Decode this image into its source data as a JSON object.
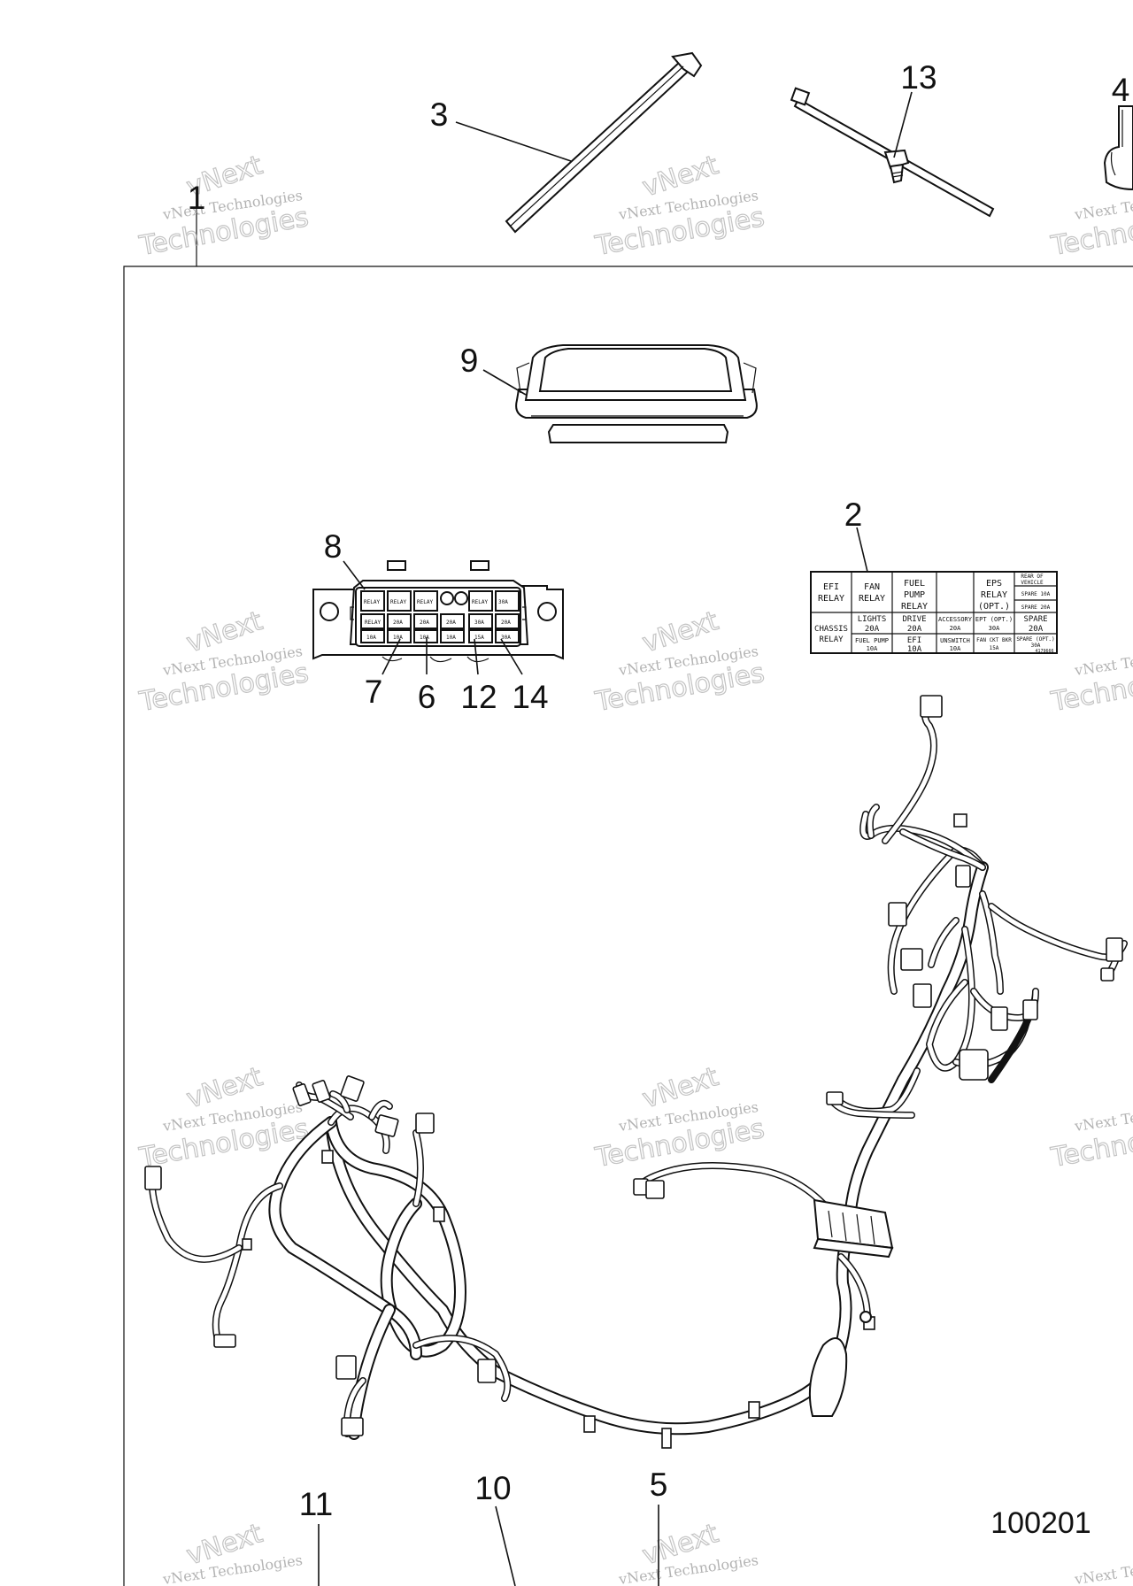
{
  "callouts": [
    {
      "id": "1",
      "label": "1"
    },
    {
      "id": "2",
      "label": "2"
    },
    {
      "id": "3",
      "label": "3"
    },
    {
      "id": "4",
      "label": "4"
    },
    {
      "id": "5",
      "label": "5"
    },
    {
      "id": "6",
      "label": "6"
    },
    {
      "id": "7",
      "label": "7"
    },
    {
      "id": "8",
      "label": "8"
    },
    {
      "id": "9",
      "label": "9"
    },
    {
      "id": "10",
      "label": "10"
    },
    {
      "id": "11",
      "label": "11"
    },
    {
      "id": "12",
      "label": "12"
    },
    {
      "id": "13",
      "label": "13"
    },
    {
      "id": "14",
      "label": "14"
    }
  ],
  "reference_number": "100201",
  "watermark": {
    "line1": "vNext Technologies",
    "line2": "vNext",
    "line3": "Technologies"
  },
  "fuse_label": {
    "efi_relay": [
      "EFI",
      "RELAY"
    ],
    "fan_relay": [
      "FAN",
      "RELAY"
    ],
    "fuel_pump_relay": [
      "FUEL",
      "PUMP",
      "RELAY"
    ],
    "eps_relay": [
      "EPS",
      "RELAY",
      "(OPT.)"
    ],
    "rear_of_vehicle": [
      "REAR OF",
      "VEHICLE"
    ],
    "spare_10a": "SPARE 10A",
    "spare_20a_small": "SPARE 20A",
    "chassis_relay": [
      "CHASSIS",
      "RELAY"
    ],
    "lights": [
      "LIGHTS",
      "20A"
    ],
    "drive": [
      "DRIVE",
      "20A"
    ],
    "accessory": [
      "ACCESSORY",
      "20A"
    ],
    "ept_opt": [
      "EPT (OPT.)",
      "30A"
    ],
    "spare_20a": [
      "SPARE",
      "20A"
    ],
    "fuel_pump": [
      "FUEL PUMP",
      "10A"
    ],
    "efi": [
      "EFI",
      "10A"
    ],
    "unswitch": [
      "UNSWITCH",
      "10A"
    ],
    "fan_ckt_bkr": [
      "FAN CKT BKR",
      "15A"
    ],
    "spare_opt": [
      "SPARE (OPT.)",
      "30A"
    ],
    "part_no": "4179666"
  },
  "fuse_block_labels": {
    "relay": "RELAY",
    "amp20": "20A",
    "amp10": "10A",
    "amp15": "15A",
    "amp30": "30A"
  }
}
